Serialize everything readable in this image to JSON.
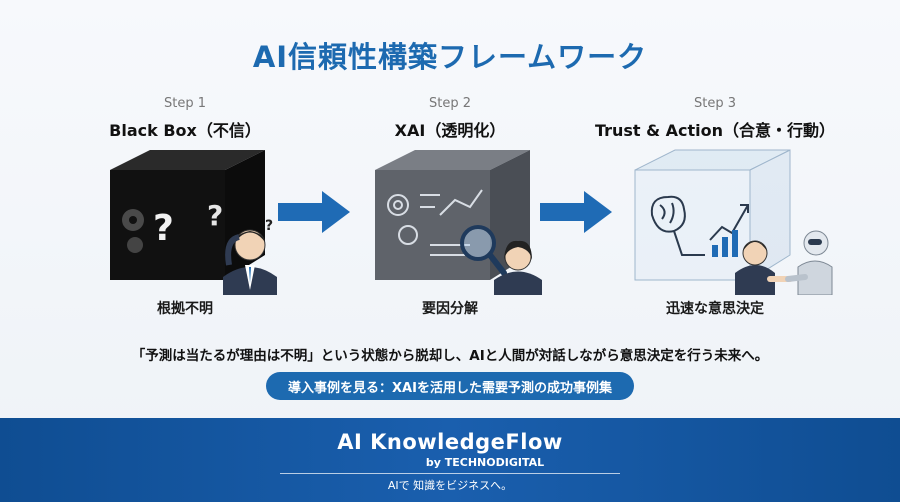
{
  "title": "AI信頼性構築フレームワーク",
  "steps": [
    {
      "num": "Step 1",
      "name": "Black Box（不信）",
      "caption": "根拠不明"
    },
    {
      "num": "Step 2",
      "name": "XAI（透明化）",
      "caption": "要因分解"
    },
    {
      "num": "Step 3",
      "name": "Trust & Action（合意・行動）",
      "caption": "迅速な意思決定"
    }
  ],
  "summary": "「予測は当たるが理由は不明」という状態から脱却し、AIと人間が対話しながら意思決定を行う未来へ。",
  "cta_label": "導入事例を見る：XAIを活用した需要予測の成功事例集",
  "footer": {
    "brand": "AI KnowledgeFlow",
    "by": "by TECHNODIGITAL",
    "tagline": "AIで 知識をビジネスへ。"
  },
  "icons": {
    "cube1": "black-question-cube",
    "cube2": "glass-gear-chart-cube",
    "cube3": "transparent-brain-growth-cube"
  },
  "colors": {
    "accent": "#1d6ab0",
    "arrow": "#1f6bb5",
    "footer": "#0f4d92"
  }
}
